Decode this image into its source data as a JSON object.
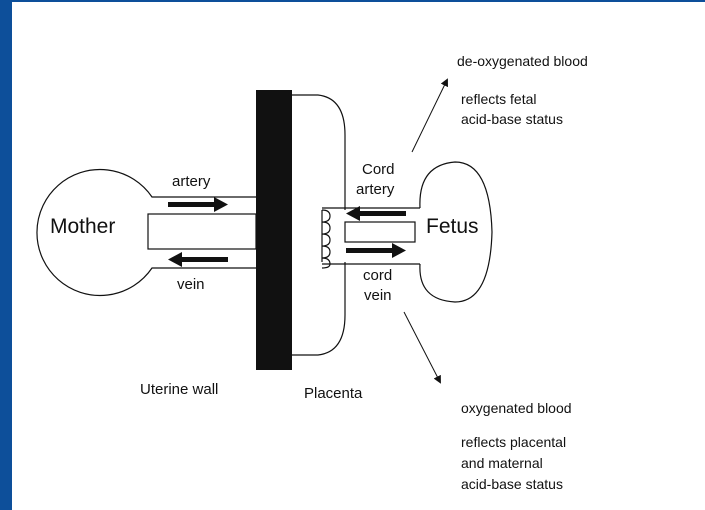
{
  "diagram": {
    "mother": "Mother",
    "fetus": "Fetus",
    "artery": "artery",
    "vein": "vein",
    "uterine_wall": "Uterine wall",
    "placenta": "Placenta",
    "cord_artery_line1": "Cord",
    "cord_artery_line2": "artery",
    "cord_vein_line1": "cord",
    "cord_vein_line2": "vein",
    "deoxy_title": "de-oxygenated blood",
    "deoxy_line1": "reflects fetal",
    "deoxy_line2": "acid-base status",
    "oxy_title": "oxygenated blood",
    "oxy_line1": "reflects placental",
    "oxy_line2": "and maternal",
    "oxy_line3": "acid-base status"
  },
  "colors": {
    "frame": "#0d4f9a",
    "ink": "#111111"
  }
}
